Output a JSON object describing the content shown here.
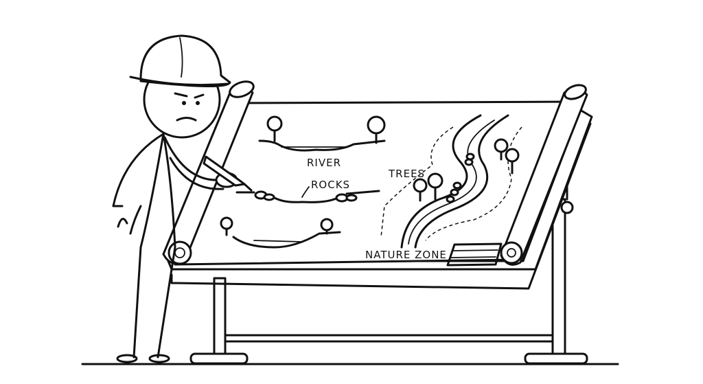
{
  "labels": {
    "river": "RIVER",
    "rocks": "ROCKS",
    "trees": "TREES",
    "nature_zone": "NATURE ZONE"
  }
}
